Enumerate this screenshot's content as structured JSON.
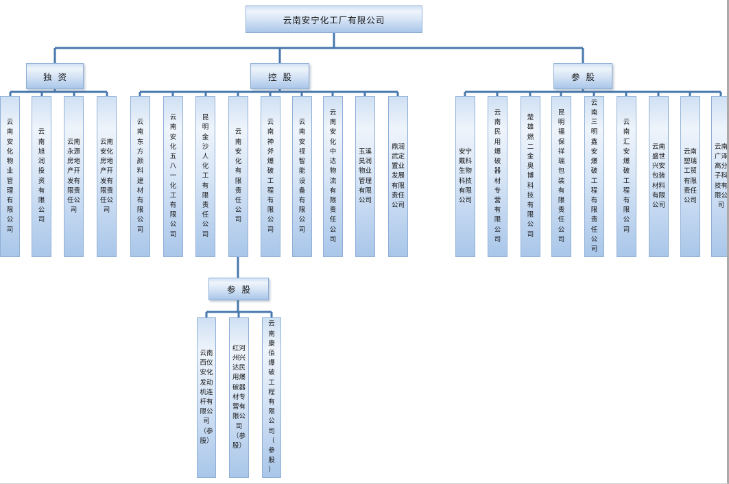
{
  "colors": {
    "line": "#4677ac",
    "box_border": "#8fafd6",
    "fill_top": "#cfe0f3",
    "fill_bottom": "#a9c6e9"
  },
  "root": {
    "label": "云南安宁化工厂有限公司"
  },
  "branches": [
    {
      "label": "独资",
      "children": [
        {
          "name": "云南安化物业管理有限公司"
        },
        {
          "name": "云南旭润投资有限公司"
        },
        {
          "name": "云南永源房地产开发有限责任公司"
        },
        {
          "name": "云南安化房地产开发有限责任公司"
        }
      ]
    },
    {
      "label": "控股",
      "children": [
        {
          "name": "云南东方颜料建材有限公司"
        },
        {
          "name": "云南安化五八一化工有限公司"
        },
        {
          "name": "昆明金沙人化工有限责任公司"
        },
        {
          "name": "云南安化有限责任公司"
        },
        {
          "name": "云南神斧爆破工程有限公司"
        },
        {
          "name": "云南安视智能设备有限公司"
        },
        {
          "name": "云南安化中达物流有限责任公司"
        },
        {
          "name": "玉溪昊润物业管理有限公司"
        },
        {
          "name": "鼎润武定置业发展有限责任公司"
        }
      ]
    },
    {
      "label": "参股",
      "children": [
        {
          "name": "安宁戴科生物科技有限公司"
        },
        {
          "name": "云南民用爆破器材专营有限公司"
        },
        {
          "name": "楚雄燃二金奥博科技有限公司"
        },
        {
          "name": "昆明福保祥瑞包装有限责任公司"
        },
        {
          "name": "云南三明鑫安爆破工程有限责任公司"
        },
        {
          "name": "云南汇安爆破工程有限公司"
        },
        {
          "name": "云南盛世兴安包装材料有限公司"
        },
        {
          "name": "云南塑瑞工贸有限责任公司"
        },
        {
          "name": "云南广泽高分子科技有限公司"
        }
      ]
    }
  ],
  "sub_branch": {
    "label": "参股",
    "children": [
      {
        "name": "云南西仪安化发动机连杆有限公司（参股）"
      },
      {
        "name": "红河州兴达民用爆破器材专营有限公司（参股）"
      },
      {
        "name": "云南康佰爆破工程有限公司（参股）"
      }
    ]
  }
}
